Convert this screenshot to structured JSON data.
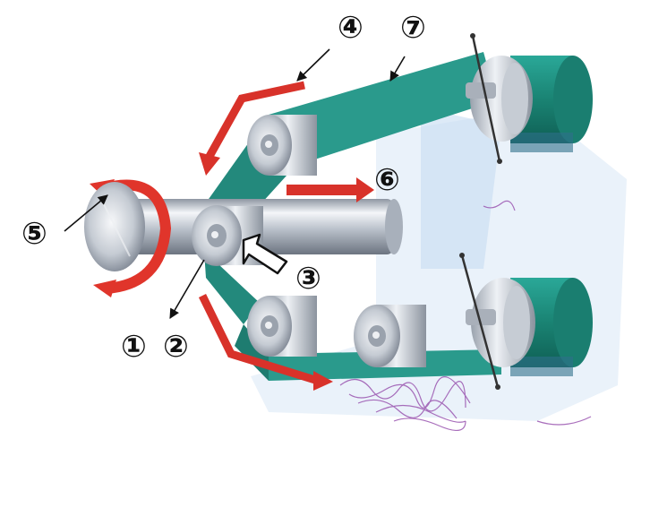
{
  "labels": {
    "l1": "①",
    "l2": "②",
    "l3": "③",
    "l4": "④",
    "l5": "⑤",
    "l6": "⑥",
    "l7": "⑦"
  },
  "colors": {
    "belt": "#2a9a8c",
    "belt_dark": "#1e7c70",
    "motor": "#1f8f7f",
    "arrow_red": "#d8322a",
    "rotation_red": "#e0352b",
    "steel": "#c9ced6",
    "scribble": "#9a55b0",
    "background_wash": "#cfe2f3"
  },
  "icons": {
    "callout-arrow": "thin-black-arrow",
    "motion-arrow": "red-arrow",
    "feed-arrow": "hollow-arrow"
  }
}
